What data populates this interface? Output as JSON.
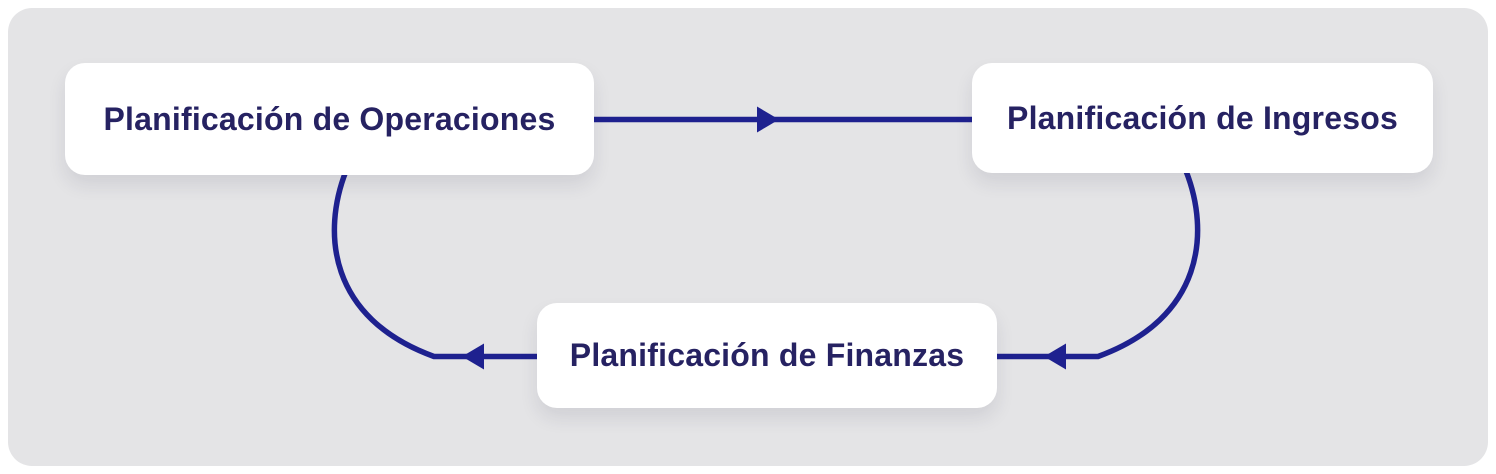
{
  "diagram": {
    "title": "",
    "nodes": [
      {
        "id": "operaciones",
        "label": "Planificación de Operaciones"
      },
      {
        "id": "ingresos",
        "label": "Planificación de Ingresos"
      },
      {
        "id": "finanzas",
        "label": "Planificación de Finanzas"
      }
    ],
    "edges": [
      {
        "from": "operaciones",
        "to": "ingresos",
        "style": "straight-horizontal"
      },
      {
        "from": "ingresos",
        "to": "finanzas",
        "style": "curved-right"
      },
      {
        "from": "finanzas",
        "to": "operaciones",
        "style": "curved-left"
      }
    ],
    "colors": {
      "page_background": "#ffffff",
      "canvas_background": "#e4e4e6",
      "node_background": "#ffffff",
      "text_color": "#262262",
      "arrow_color": "#1e218f"
    }
  }
}
